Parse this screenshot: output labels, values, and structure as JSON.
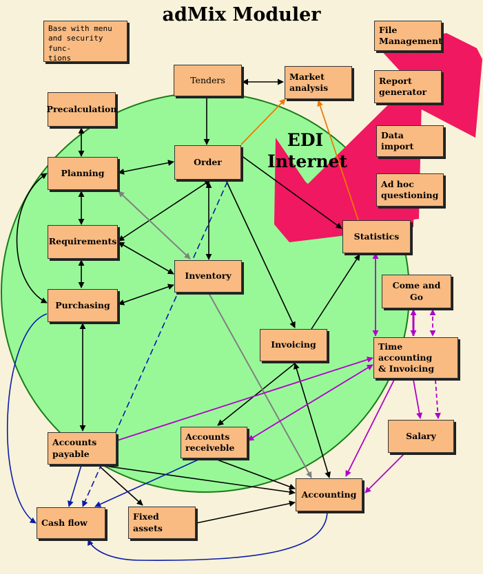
{
  "title": "adMix Moduler",
  "edi_label": "EDI\nInternet",
  "colors": {
    "background": "#f7f2d9",
    "circle_fill": "#98f898",
    "box_fill": "#f9bb82",
    "arrow_black": "#000000",
    "arrow_gray": "#808080",
    "arrow_orange": "#f07800",
    "arrow_purple": "#b000c8",
    "arrow_blue": "#0a1aa8",
    "lightning": "#f01860"
  },
  "modules": {
    "base_note": "Base with menu\nand security func-\ntions",
    "tenders": "Tenders",
    "market_analysis": "Market\nanalysis",
    "file_management": "File\nManagement",
    "report_generator": "Report\ngenerator",
    "data_import": "Data import",
    "ad_hoc": "Ad hoc\nquestioning",
    "precalculation": "Precalculation",
    "planning": "Planning",
    "order": "Order",
    "requirements": "Requirements",
    "inventory": "Inventory",
    "purchasing": "Purchasing",
    "statistics": "Statistics",
    "come_and_go": "Come and Go",
    "invoicing": "Invoicing",
    "time_accounting": "Time accounting\n& Invoicing",
    "accounts_payable": "Accounts\npayable",
    "accounts_receivable": "Accounts\nreceiveble",
    "salary": "Salary",
    "accounting": "Accounting",
    "cash_flow": "Cash flow",
    "fixed_assets": "Fixed\nassets"
  }
}
